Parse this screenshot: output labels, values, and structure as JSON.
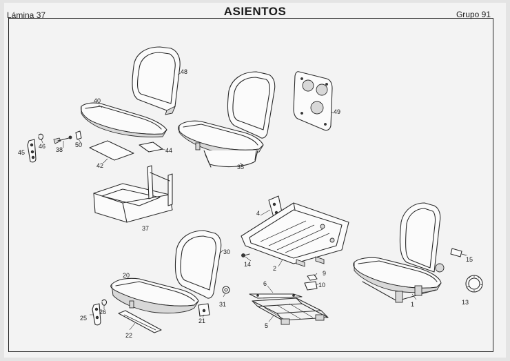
{
  "header": {
    "plate_label": "Lámina 37",
    "title": "ASIENTOS",
    "group_label": "Grupo 91"
  },
  "parts": [
    {
      "ref": "1",
      "part": "seat-assembly"
    },
    {
      "ref": "2",
      "part": "seat-frame"
    },
    {
      "ref": "4",
      "part": "side-bracket"
    },
    {
      "ref": "5",
      "part": "floor-rail-frame"
    },
    {
      "ref": "6",
      "part": "slide-rail"
    },
    {
      "ref": "9",
      "part": "clip"
    },
    {
      "ref": "10",
      "part": "clip-bracket"
    },
    {
      "ref": "13",
      "part": "adjuster-knob"
    },
    {
      "ref": "14",
      "part": "bolt"
    },
    {
      "ref": "15",
      "part": "hinge-pin"
    },
    {
      "ref": "20",
      "part": "seat-cushion"
    },
    {
      "ref": "21",
      "part": "bracket"
    },
    {
      "ref": "22",
      "part": "rail"
    },
    {
      "ref": "25",
      "part": "latch"
    },
    {
      "ref": "26",
      "part": "spring"
    },
    {
      "ref": "30",
      "part": "backrest"
    },
    {
      "ref": "31",
      "part": "washer"
    },
    {
      "ref": "35",
      "part": "rear-seat"
    },
    {
      "ref": "37",
      "part": "seat-base"
    },
    {
      "ref": "38",
      "part": "screw"
    },
    {
      "ref": "40",
      "part": "seat-cushion"
    },
    {
      "ref": "42",
      "part": "plate"
    },
    {
      "ref": "44",
      "part": "plate"
    },
    {
      "ref": "45",
      "part": "latch"
    },
    {
      "ref": "46",
      "part": "spring"
    },
    {
      "ref": "48",
      "part": "backrest"
    },
    {
      "ref": "49",
      "part": "backrest-panel"
    },
    {
      "ref": "50",
      "part": "clip"
    }
  ]
}
